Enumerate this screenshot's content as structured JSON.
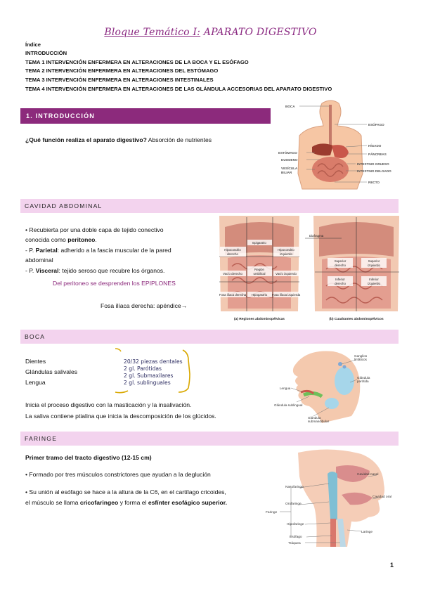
{
  "header": {
    "title_prefix": "Bloque Temático I:",
    "title_main": "APARATO DIGESTIVO"
  },
  "index": {
    "heading": "Índice",
    "items": [
      "INTRODUCCIÓN",
      "TEMA 1 INTERVENCIÓN ENFERMERA EN ALTERACIONES DE LA BOCA Y EL ESÓFAGO",
      "TEMA 2 INTERVENCIÓN ENFERMERA EN ALTERACIONES DEL ESTÓMAGO",
      "TEMA 3 INTERVENCIÓN ENFERMERA EN ALTERACIONES INTESTINALES",
      "TEMA 4 INTERVENCIÓN ENFERMERA EN ALTERACIONES DE LAS GLÁNDULA ACCESORIAS DEL APARATO DIGESTIVO"
    ]
  },
  "intro": {
    "banner": "1. INTRODUCCIÓN",
    "question": "¿Qué función realiza el aparato digestivo?",
    "answer": " Absorción de nutrientes",
    "figure_labels": {
      "boca": "BOCA",
      "esofago": "ESÓFAGO",
      "higado": "HÍGADO",
      "estomago": "ESTÓMAGO",
      "pancreas": "PÁNCREAS",
      "duodeno": "DUODENO",
      "intestino_grueso": "INTESTINO GRUESO",
      "vesicula": "VESÍCULA",
      "biliar": "BILIAR",
      "intestino_delgado": "INTESTINO DELGADO",
      "recto": "RECTO"
    }
  },
  "cavidad": {
    "banner": "CAVIDAD ABDOMINAL",
    "l1_a": "• Recubierta por una doble capa de tejido conectivo",
    "l2_a": "conocida como ",
    "l2_b": "peritoneo",
    "l2_c": ".",
    "l3_a": "- P. ",
    "l3_b": "Parietal",
    "l3_c": ": adherido a la fascia muscular de la pared",
    "l4": "abdominal",
    "l5_a": "- P. ",
    "l5_b": "Visceral",
    "l5_c": ": tejido seroso que recubre los órganos.",
    "epiplones": "Del peritoneo se desprenden los EPIPLONES",
    "fosa": "Fosa ilíaca derecha: apéndice→",
    "figure_labels": {
      "cap_a": "(a) Regiones abdominopélvicas",
      "cap_b": "(b) Cuadrantes abdominopélvicos",
      "diafragma": "Diafragma",
      "epigastrio": "Epigastrio",
      "hipo_der_1": "Hipocondrio",
      "hipo_der_2": "derecho",
      "hipo_izq_1": "Hipocondrio",
      "hipo_izq_2": "izquierdo",
      "umbilical_1": "Región",
      "umbilical_2": "umbilical",
      "lumbar_der": "Vacío derecho",
      "lumbar_izq": "Vacío izquierdo",
      "hipogastrio": "Hipogastrio",
      "iliaca_der": "Fosa ilíaca derecha",
      "iliaca_izq": "Fosa ilíaca izquierda",
      "csd_1": "Superior",
      "csd_2": "derecho",
      "csi_1": "Superior",
      "csi_2": "izquierdo",
      "cid_1": "Inferior",
      "cid_2": "derecho",
      "cii_1": "Inferior",
      "cii_2": "izquierdo"
    }
  },
  "boca": {
    "banner": "BOCA",
    "items": [
      "Dientes",
      "Glándulas salivales",
      "Lengua"
    ],
    "note": [
      "20/32 piezas dentales",
      "2 gl. Parótidas",
      "2 gl. Submaxilares",
      "2 gl. sublinguales"
    ],
    "p1": "Inicia el proceso digestivo con la masticación y la insalivación.",
    "p2": "La saliva contiene ptialina que inicia la descomposición de los glúcidos.",
    "figure_labels": {
      "ganglios_1": "Ganglios",
      "ganglios_2": "linfáticos",
      "parotida_1": "Glándula",
      "parotida_2": "parótida",
      "lengua": "Lengua",
      "sublingual": "Glándula sublingual",
      "submax_1": "Glándula",
      "submax_2": "submandibular"
    }
  },
  "faringe": {
    "banner": "FARINGE",
    "heading": "Primer tramo del tracto digestivo (12-15 cm)",
    "b1": "• Formado por tres músculos constrictores que ayudan a la deglución",
    "b2_l1": "• Su unión al esófago se hace a la altura de la C6, en el cartílago cricoides,",
    "b2_l2_a": "el músculo se llama ",
    "b2_l2_b": "cricofaringeo",
    "b2_l2_c": " y forma el ",
    "b2_l2_d": "esfínter esofágico superior.",
    "figure_labels": {
      "nasofaringe": "Nasofaringe",
      "cavidad_nasal": "Cavidad nasal",
      "orofaringe": "Orofaringe",
      "cavidad_oral": "Cavidad oral",
      "faringe": "Faringe",
      "hipofaringe": "Hipofaringe",
      "laringe": "Laringe",
      "esofago": "Esófago",
      "traquea": "Tráquea"
    }
  },
  "footer": {
    "page": "1"
  }
}
